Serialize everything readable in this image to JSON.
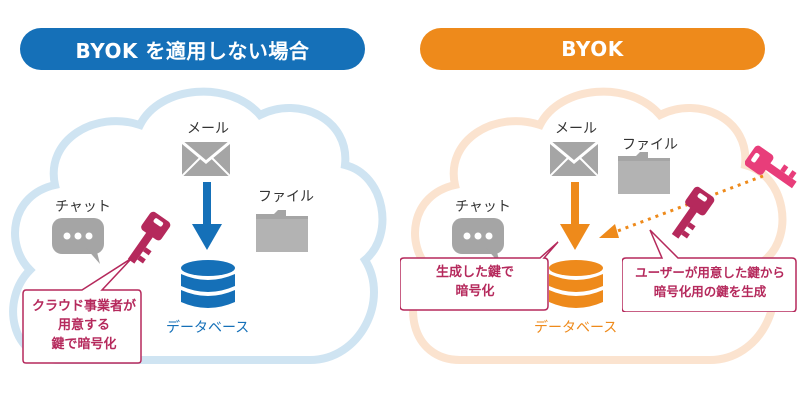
{
  "left": {
    "title": "BYOK を適用しない場合",
    "labels": {
      "mail": "メール",
      "file": "ファイル",
      "chat": "チャット",
      "database": "データベース"
    },
    "callout": {
      "line1": "クラウド事業者が",
      "line2": "用意する",
      "line3": "鍵で暗号化"
    },
    "colors": {
      "accent": "#1570b8",
      "cloud": "#cfe4f2",
      "callout": "#b5295c"
    }
  },
  "right": {
    "title": "BYOK",
    "labels": {
      "mail": "メール",
      "file": "ファイル",
      "chat": "チャット",
      "database": "データベース"
    },
    "callout_left": {
      "line1": "生成した鍵で",
      "line2": "暗号化"
    },
    "callout_right": {
      "line1": "ユーザーが用意した鍵から",
      "line2": "暗号化用の鍵を生成"
    },
    "colors": {
      "accent": "#ee8a1b",
      "cloud": "#fbe3cf",
      "callout": "#b5295c",
      "key_pink": "#e83d7a",
      "key_dark": "#b5295c"
    }
  }
}
